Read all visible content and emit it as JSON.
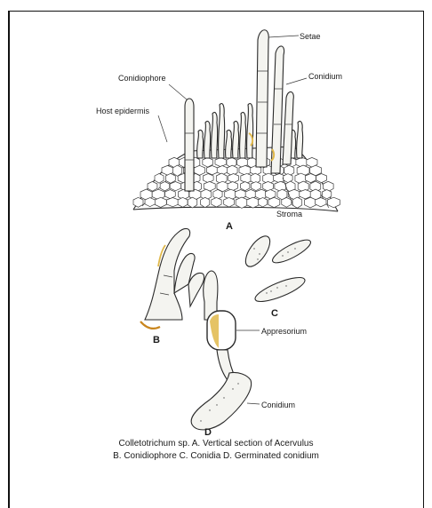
{
  "labels": {
    "setae": "Setae",
    "conidium_top": "Conidium",
    "conidiophore": "Conidiophore",
    "host_epidermis": "Host epidermis",
    "stroma": "Stroma",
    "panel_a": "A",
    "panel_b": "B",
    "panel_c": "C",
    "appresorium": "Appresorium",
    "conidium_bottom": "Conidium",
    "panel_d": "D"
  },
  "caption": {
    "line1": "Colletotrichum sp. A. Vertical section of Acervulus",
    "line2": "B. Conidiophore C. Conidia  D. Germinated conidium"
  },
  "colors": {
    "ink": "#2a2a2a",
    "stain": "#e0b84a",
    "stain_dark": "#c9861e"
  }
}
